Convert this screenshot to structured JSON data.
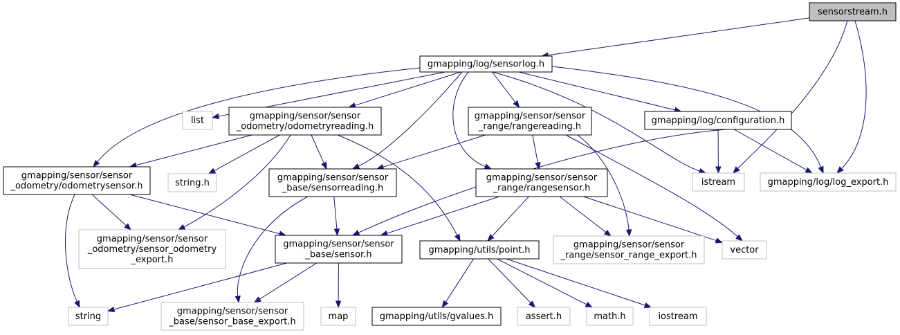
{
  "diagram": {
    "nodes": [
      {
        "id": "n0",
        "lines": [
          "sensorstream.h"
        ],
        "style": "root"
      },
      {
        "id": "n1",
        "lines": [
          "gmapping/log/sensorlog.h"
        ],
        "style": "black"
      },
      {
        "id": "n2",
        "lines": [
          "list"
        ],
        "style": "gray"
      },
      {
        "id": "n3",
        "lines": [
          "gmapping/sensor/sensor",
          "_odometry/odometryreading.h"
        ],
        "style": "black"
      },
      {
        "id": "n4",
        "lines": [
          "gmapping/sensor/sensor",
          "_range/rangereading.h"
        ],
        "style": "black"
      },
      {
        "id": "n5",
        "lines": [
          "gmapping/log/configuration.h"
        ],
        "style": "black"
      },
      {
        "id": "n6",
        "lines": [
          "gmapping/sensor/sensor",
          "_odometry/odometrysensor.h"
        ],
        "style": "black"
      },
      {
        "id": "n7",
        "lines": [
          "string.h"
        ],
        "style": "gray"
      },
      {
        "id": "n8",
        "lines": [
          "gmapping/sensor/sensor",
          "_base/sensorreading.h"
        ],
        "style": "black"
      },
      {
        "id": "n9",
        "lines": [
          "gmapping/sensor/sensor",
          "_range/rangesensor.h"
        ],
        "style": "black"
      },
      {
        "id": "n10",
        "lines": [
          "istream"
        ],
        "style": "gray"
      },
      {
        "id": "n11",
        "lines": [
          "gmapping/log/log_export.h"
        ],
        "style": "gray"
      },
      {
        "id": "n12",
        "lines": [
          "gmapping/sensor/sensor",
          "_odometry/sensor_odometry",
          "_export.h"
        ],
        "style": "gray"
      },
      {
        "id": "n13",
        "lines": [
          "gmapping/sensor/sensor",
          "_base/sensor.h"
        ],
        "style": "black"
      },
      {
        "id": "n14",
        "lines": [
          "gmapping/utils/point.h"
        ],
        "style": "black"
      },
      {
        "id": "n15",
        "lines": [
          "gmapping/sensor/sensor",
          "_range/sensor_range_export.h"
        ],
        "style": "gray"
      },
      {
        "id": "n16",
        "lines": [
          "vector"
        ],
        "style": "gray"
      },
      {
        "id": "n17",
        "lines": [
          "string"
        ],
        "style": "gray"
      },
      {
        "id": "n18",
        "lines": [
          "gmapping/sensor/sensor",
          "_base/sensor_base_export.h"
        ],
        "style": "gray"
      },
      {
        "id": "n19",
        "lines": [
          "map"
        ],
        "style": "gray"
      },
      {
        "id": "n20",
        "lines": [
          "gmapping/utils/gvalues.h"
        ],
        "style": "black"
      },
      {
        "id": "n21",
        "lines": [
          "assert.h"
        ],
        "style": "gray"
      },
      {
        "id": "n22",
        "lines": [
          "math.h"
        ],
        "style": "gray"
      },
      {
        "id": "n23",
        "lines": [
          "iostream"
        ],
        "style": "gray"
      }
    ],
    "edges": [
      [
        "n0",
        "n1"
      ],
      [
        "n0",
        "n10"
      ],
      [
        "n0",
        "n11"
      ],
      [
        "n1",
        "n2"
      ],
      [
        "n1",
        "n3"
      ],
      [
        "n1",
        "n4"
      ],
      [
        "n1",
        "n5"
      ],
      [
        "n1",
        "n6"
      ],
      [
        "n1",
        "n8"
      ],
      [
        "n1",
        "n9"
      ],
      [
        "n1",
        "n10"
      ],
      [
        "n1",
        "n11"
      ],
      [
        "n3",
        "n6"
      ],
      [
        "n3",
        "n7"
      ],
      [
        "n3",
        "n8"
      ],
      [
        "n3",
        "n12"
      ],
      [
        "n3",
        "n14"
      ],
      [
        "n4",
        "n8"
      ],
      [
        "n4",
        "n9"
      ],
      [
        "n4",
        "n15"
      ],
      [
        "n4",
        "n16"
      ],
      [
        "n5",
        "n13"
      ],
      [
        "n5",
        "n10"
      ],
      [
        "n5",
        "n11"
      ],
      [
        "n6",
        "n12"
      ],
      [
        "n6",
        "n13"
      ],
      [
        "n6",
        "n17"
      ],
      [
        "n8",
        "n13"
      ],
      [
        "n8",
        "n18"
      ],
      [
        "n9",
        "n13"
      ],
      [
        "n9",
        "n14"
      ],
      [
        "n9",
        "n15"
      ],
      [
        "n9",
        "n16"
      ],
      [
        "n13",
        "n17"
      ],
      [
        "n13",
        "n18"
      ],
      [
        "n13",
        "n19"
      ],
      [
        "n14",
        "n20"
      ],
      [
        "n14",
        "n21"
      ],
      [
        "n14",
        "n22"
      ],
      [
        "n14",
        "n23"
      ]
    ]
  }
}
